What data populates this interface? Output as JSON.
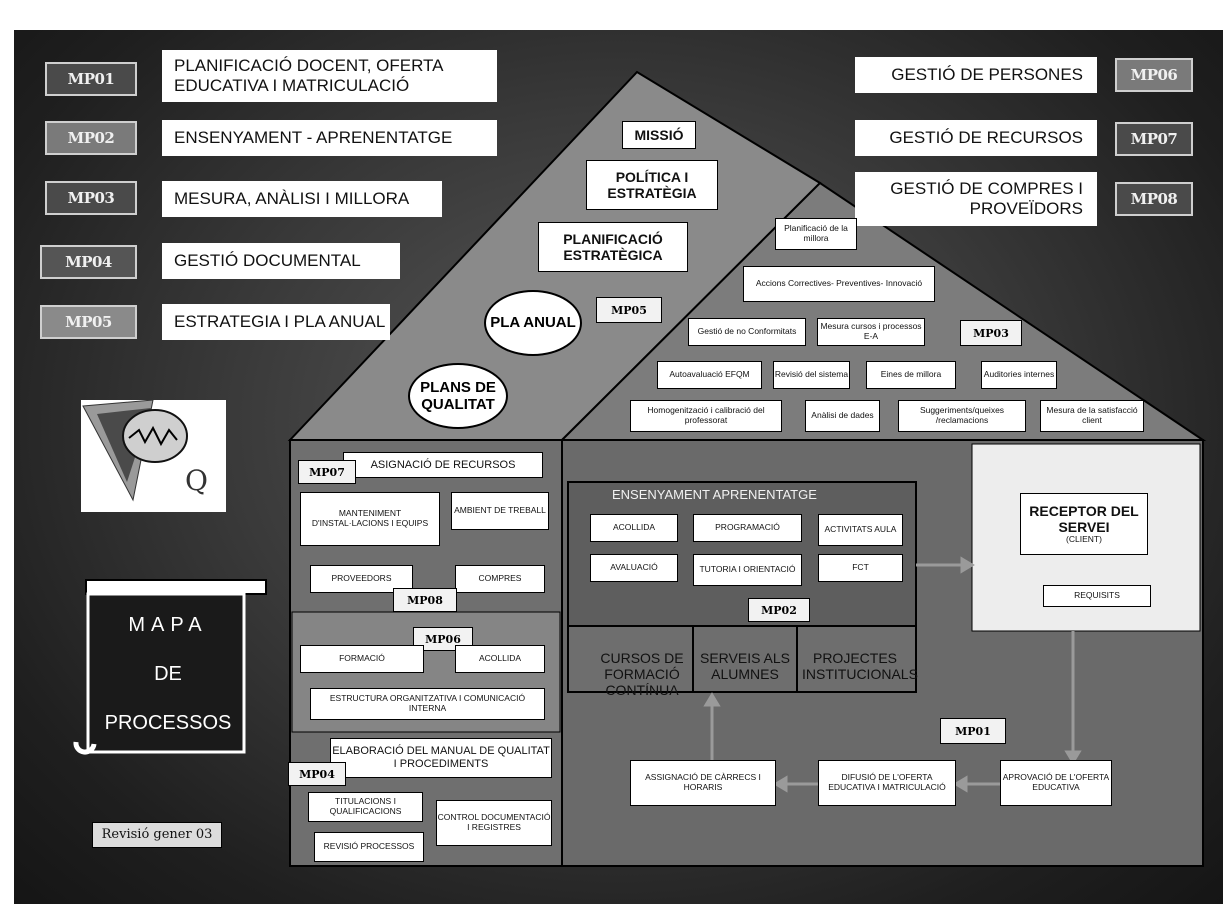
{
  "legend_left": [
    {
      "code": "MP01",
      "label": "PLANIFICACIÓ DOCENT, OFERTA EDUCATIVA I MATRICULACIÓ"
    },
    {
      "code": "MP02",
      "label": "ENSENYAMENT - APRENENTATGE"
    },
    {
      "code": "MP03",
      "label": "MESURA, ANÀLISI I MILLORA"
    },
    {
      "code": "MP04",
      "label": "GESTIÓ DOCUMENTAL"
    },
    {
      "code": "MP05",
      "label": "ESTRATEGIA I PLA ANUAL"
    }
  ],
  "legend_right": [
    {
      "code": "MP06",
      "label": "GESTIÓ DE PERSONES"
    },
    {
      "code": "MP07",
      "label": "GESTIÓ DE RECURSOS"
    },
    {
      "code": "MP08",
      "label": "GESTIÓ DE COMPRES I PROVEÏDORS"
    }
  ],
  "roof_left": {
    "missio": "MISSIÓ",
    "politica": "POLÍTICA I ESTRATÈGIA",
    "planificacio": "PLANIFICACIÓ ESTRATÈGICA",
    "pla_anual": "PLA ANUAL",
    "plans_qualitat": "PLANS DE QUALITAT",
    "mp05": "MP05"
  },
  "roof_right": {
    "planificacio_millora": "Planificació de la millora",
    "accions": "Accions Correctives- Preventives- Innovació",
    "gestio_no_conformitats": "Gestió de no Conformitats",
    "mesura_cursos": "Mesura cursos i processos E-A",
    "autoavaluacio": "Autoavaluació EFQM",
    "revisio_sistema": "Revisió del sistema",
    "eines_millora": "Eines de millora",
    "auditories": "Auditories internes",
    "homogenitzacio": "Homogenització i calibració del professorat",
    "analisi_dades": "Anàlisi de dades",
    "suggeriments": "Suggeriments/queixes /reclamacions",
    "mesura_satisfaccio": "Mesura de la satisfacció client",
    "mp03": "MP03"
  },
  "left_block": {
    "mp07": "MP07",
    "assignacio_recursos": "ASIGNACIÓ DE RECURSOS",
    "manteniment": "MANTENIMENT D'INSTAL·LACIONS I EQUIPS",
    "ambient": "AMBIENT DE TREBALL",
    "proveedors": "PROVEEDORS",
    "compres": "COMPRES",
    "mp08": "MP08",
    "mp06": "MP06",
    "formacio": "FORMACIÓ",
    "acollida": "ACOLLIDA",
    "estructura": "ESTRUCTURA ORGANITZATIVA I COMUNICACIÓ INTERNA",
    "mp04": "MP04",
    "elaboracio": "ELABORACIÓ DEL MANUAL DE QUALITAT I PROCEDIMENTS",
    "titulacions": "TITULACIONS I QUALIFICACIONS",
    "control": "CONTROL DOCUMENTACIÓ I REGISTRES",
    "revisio": "REVISIÓ PROCESSOS"
  },
  "center_block": {
    "title": "ENSENYAMENT APRENENTATGE",
    "acollida": "ACOLLIDA",
    "programacio": "PROGRAMACIÓ",
    "activitats": "ACTIVITATS AULA",
    "avaluacio": "AVALUACIÓ",
    "tutoria": "TUTORIA I ORIENTACIÓ",
    "fct": "FCT",
    "mp02": "MP02",
    "cursos": "CURSOS DE FORMACIÓ CONTÍNUA",
    "serveis": "SERVEIS ALS ALUMNES",
    "projectes": "PROJECTES INSTITUCIONALS",
    "mp01": "MP01",
    "assignacio_carrecs": "ASSIGNACIÓ DE CÀRRECS I HORARIS",
    "difusio": "DIFUSIÓ DE L'OFERTA EDUCATIVA I MATRICULACIÓ",
    "aprovacio": "APROVACIÓ DE L'OFERTA EDUCATIVA"
  },
  "receptor": {
    "title": "RECEPTOR DEL SERVEI",
    "sub": "(CLIENT)",
    "requisits": "REQUISITS"
  },
  "logo_letter": "Q",
  "mapa": {
    "line1": "MAPA",
    "line2": "DE",
    "line3": "PROCESSOS"
  },
  "revisio": "Revisió gener 03"
}
